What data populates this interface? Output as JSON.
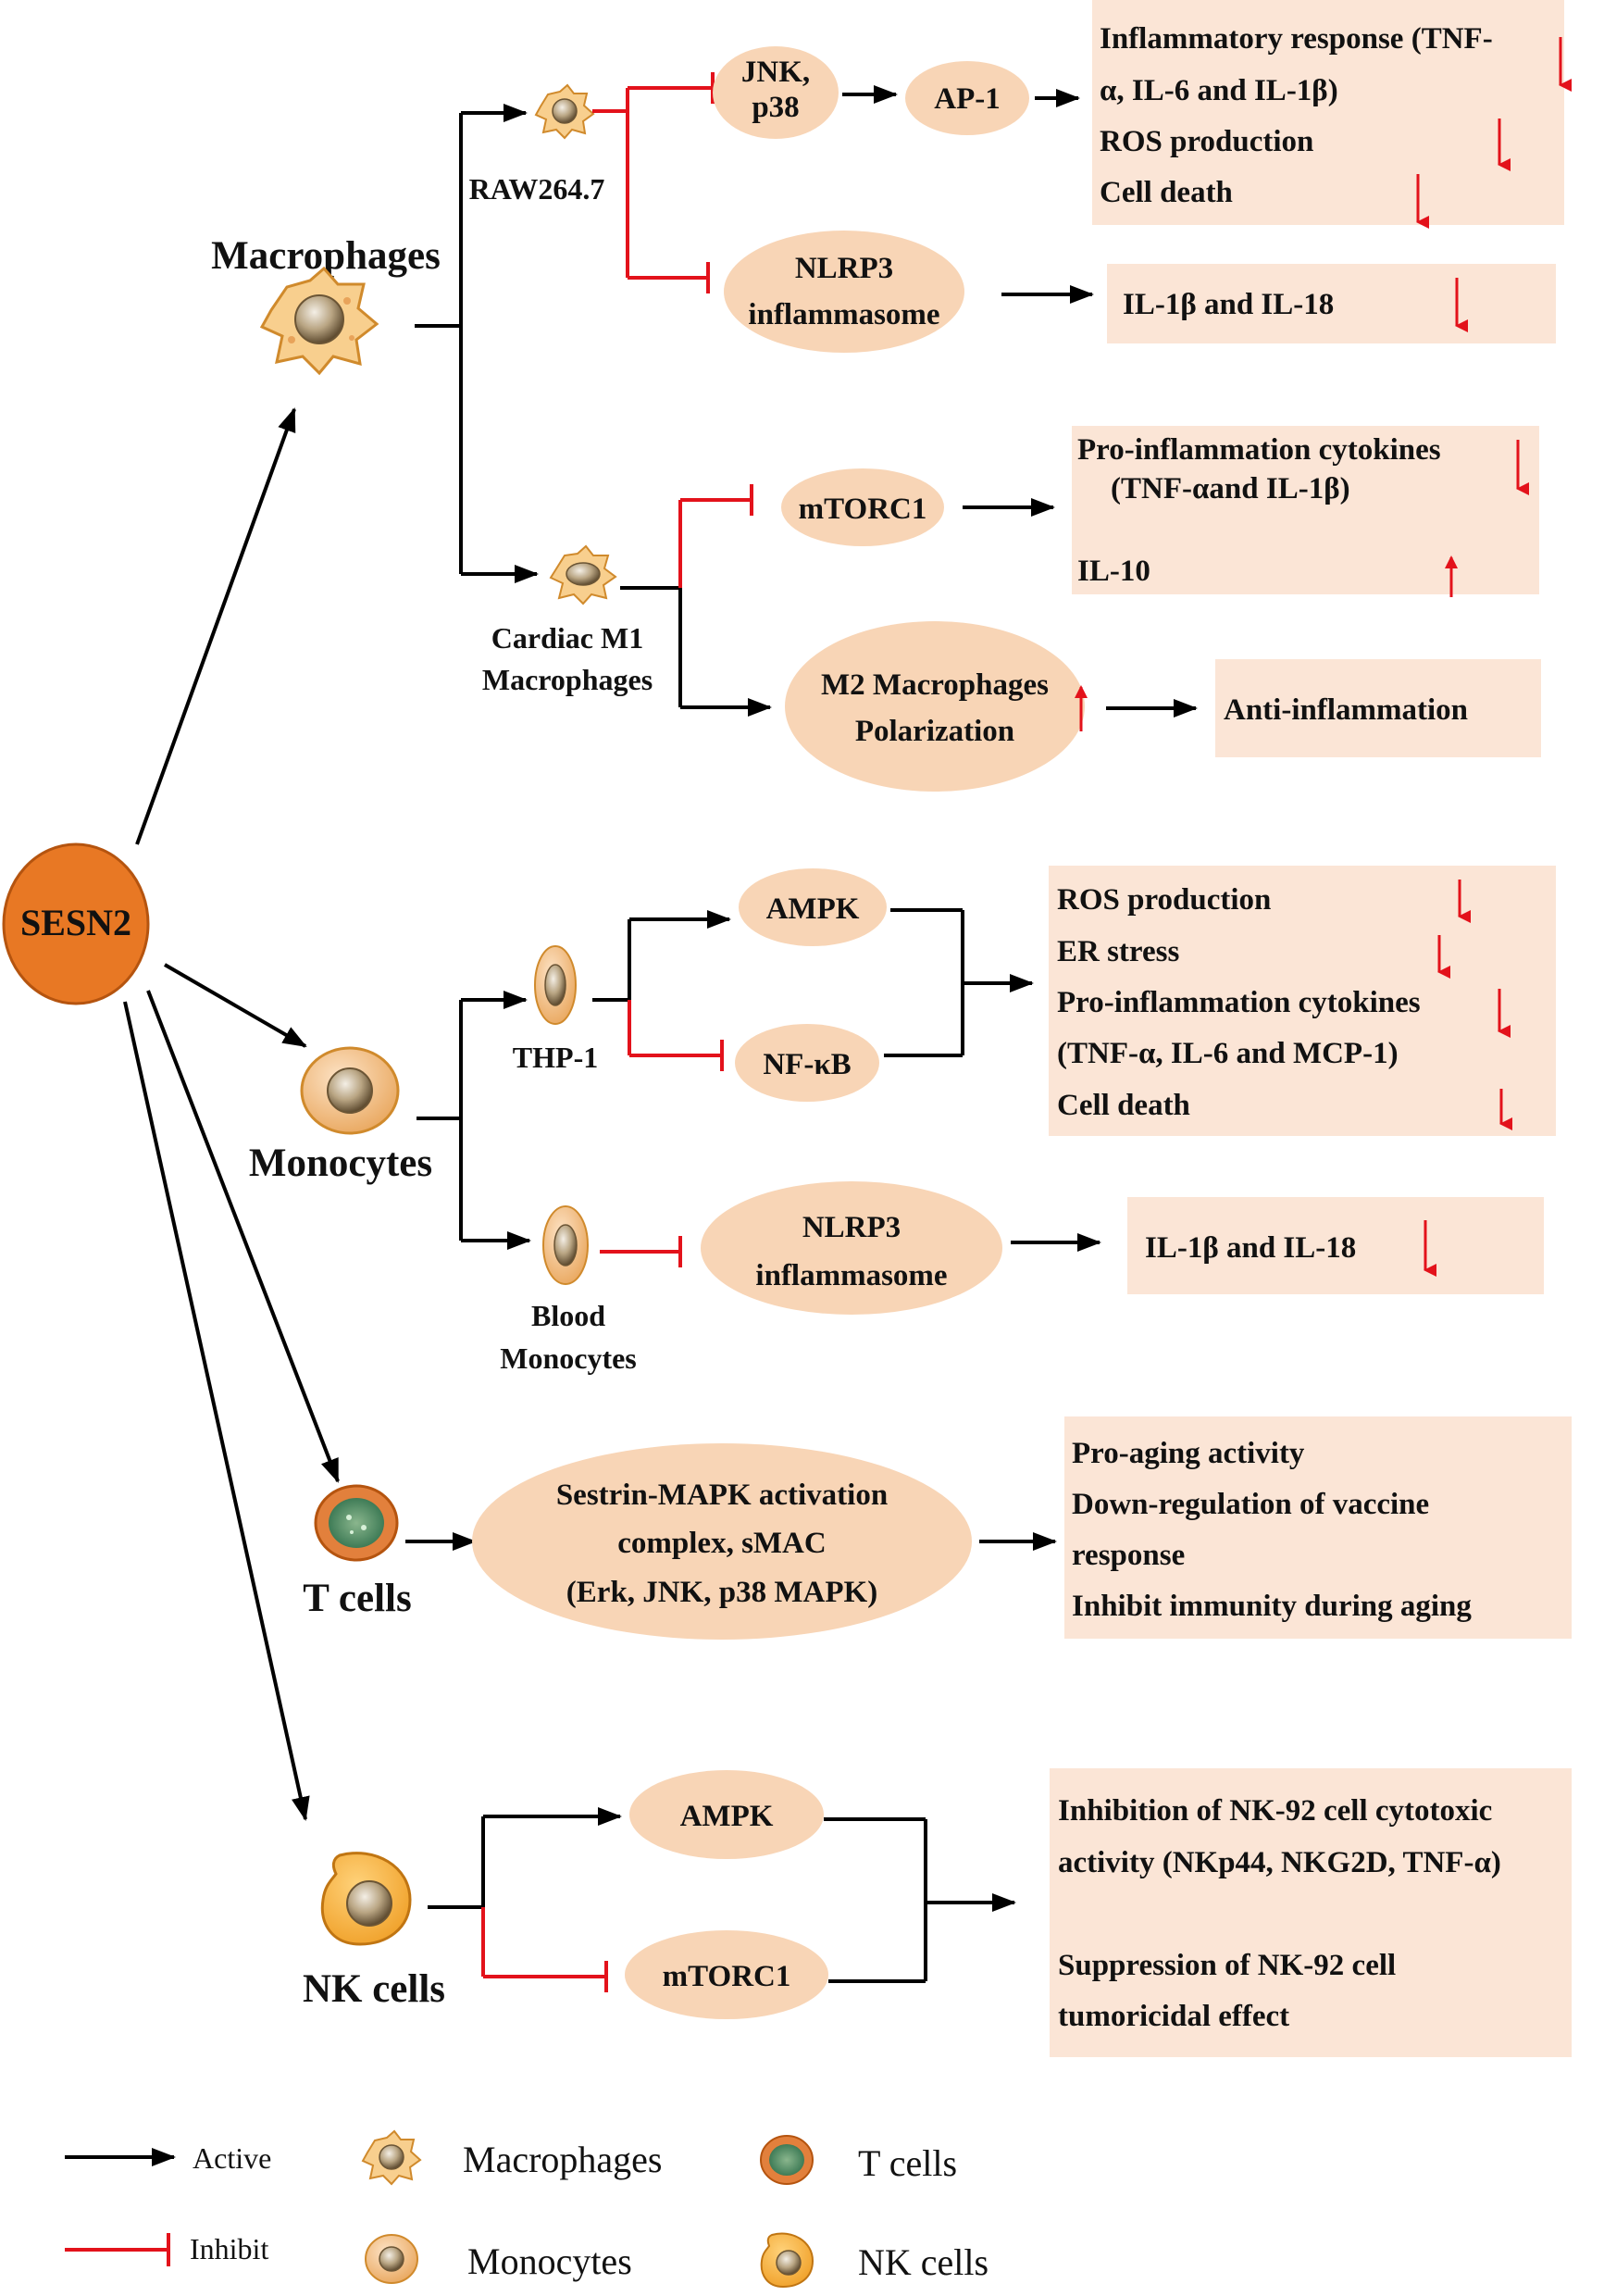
{
  "colors": {
    "node_fill": "#f8d5b6",
    "box_fill": "#fbe5d6",
    "sesn2_fill": "#e87824",
    "active": "#000000",
    "inhibit": "#e3121b",
    "down_arrow": "#e3121b",
    "up_arrow": "#e3121b"
  },
  "root": {
    "label": "SESN2"
  },
  "cells": {
    "macrophages": "Macrophages",
    "monocytes": "Monocytes",
    "t_cells": "T cells",
    "nk_cells": "NK cells"
  },
  "sub_cells": {
    "raw": "RAW264.7",
    "cardiac": [
      "Cardiac M1",
      "Macrophages"
    ],
    "thp1": "THP-1",
    "blood": [
      "Blood",
      "Monocytes"
    ]
  },
  "nodes": {
    "jnk": [
      "JNK,",
      "p38"
    ],
    "ap1": "AP-1",
    "nlrp3_mac": [
      "NLRP3",
      "inflammasome"
    ],
    "mtorc1_mac": "mTORC1",
    "m2": [
      "M2 Macrophages",
      "Polarization"
    ],
    "ampk_mono": "AMPK",
    "nfkb": "NF-κB",
    "nlrp3_mono": [
      "NLRP3",
      "inflammasome"
    ],
    "smac": [
      "Sestrin-MAPK activation",
      "complex, sMAC",
      "(Erk, JNK, p38 MAPK)"
    ],
    "ampk_nk": "AMPK",
    "mtorc1_nk": "mTORC1"
  },
  "boxes": {
    "inflammatory": [
      "Inflammatory response (TNF-",
      "α, IL-6 and IL-1β)",
      "ROS production",
      "Cell death"
    ],
    "il1b_mac": "IL-1β and IL-18",
    "proinflam": [
      "Pro-inflammation cytokines",
      "(TNF-αand IL-1β)",
      "IL-10"
    ],
    "anti": "Anti-inflammation",
    "thp_out": [
      "ROS production",
      "ER stress",
      "Pro-inflammation cytokines",
      "(TNF-α, IL-6 and MCP-1)",
      "Cell death"
    ],
    "il1b_mono": "IL-1β and IL-18",
    "tcell_out": [
      "Pro-aging activity",
      "Down-regulation of vaccine",
      "response",
      "Inhibit immunity during aging"
    ],
    "nk_out": [
      "Inhibition of NK-92 cell cytotoxic",
      "activity (NKp44, NKG2D, TNF-α)",
      "Suppression of NK-92 cell",
      "tumoricidal effect"
    ]
  },
  "legend": {
    "active": "Active",
    "inhibit": "Inhibit",
    "macrophages": "Macrophages",
    "monocytes": "Monocytes",
    "t_cells": "T cells",
    "nk_cells": "NK cells"
  }
}
